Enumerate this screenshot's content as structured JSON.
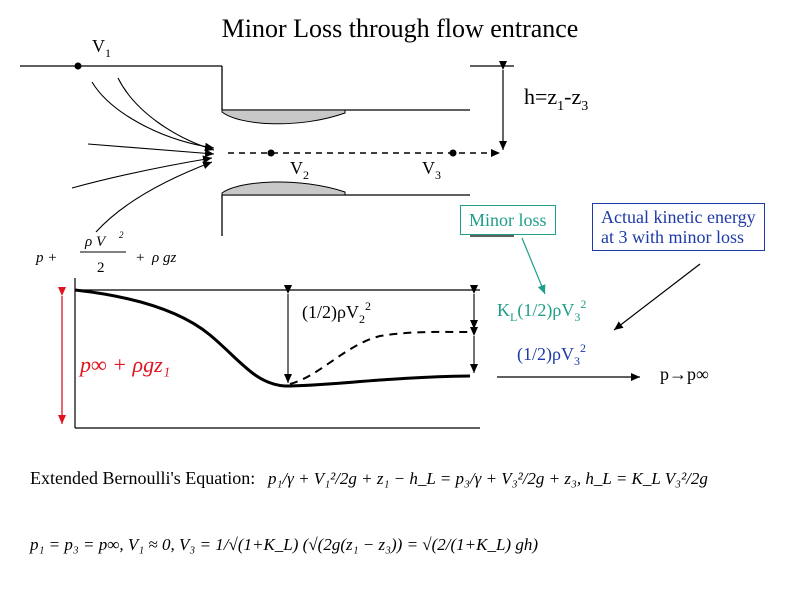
{
  "title": "Minor Loss through flow entrance",
  "labels": {
    "v1": "V",
    "v1_sub": "1",
    "v2": "V",
    "v2_sub": "2",
    "v3": "V",
    "v3_sub": "3",
    "h_eq_main": "h=z",
    "h_eq_sub1": "1",
    "h_eq_mid": "-z",
    "h_eq_sub3": "3",
    "bernoulli_sum": "p  +  ρV²/2  +  ρgz",
    "left_level": "p∞ + ρgz₁",
    "drop_label": "(1/2)ρV",
    "drop_sub": "2",
    "drop_sup": "2",
    "kl_label_a": "K",
    "kl_label_sub": "L",
    "kl_label_b": "(1/2)ρV",
    "kl_sub3": "3",
    "kl_sup": "2",
    "exit_label": "(1/2)ρV",
    "exit_sub": "3",
    "exit_sup": "2",
    "p_to_pinf": "p→p∞"
  },
  "boxes": {
    "minor_loss": "Minor loss",
    "actual_ke_line1": "Actual kinetic energy",
    "actual_ke_line2": "at 3 with minor loss"
  },
  "equations": {
    "extended_label": "Extended Bernoulli's Equation:",
    "extended": "p₁/γ + V₁²/2g + z₁ − h_L = p₃/γ + V₃²/2g + z₃,   h_L = K_L V₃²/2g",
    "result": "p₁ = p₃ = p∞,   V₁ ≈ 0,   V₃ = 1/√(1+K_L) (√(2g(z₁ − z₃)) = √(2/(1+K_L) gh)"
  },
  "colors": {
    "minor_loss": "#1f9e8a",
    "actual_ke": "#1e3aa8",
    "level_arrow": "#e0141e",
    "kl_text": "#1f9e8a",
    "exit_text": "#1e3aa8"
  }
}
